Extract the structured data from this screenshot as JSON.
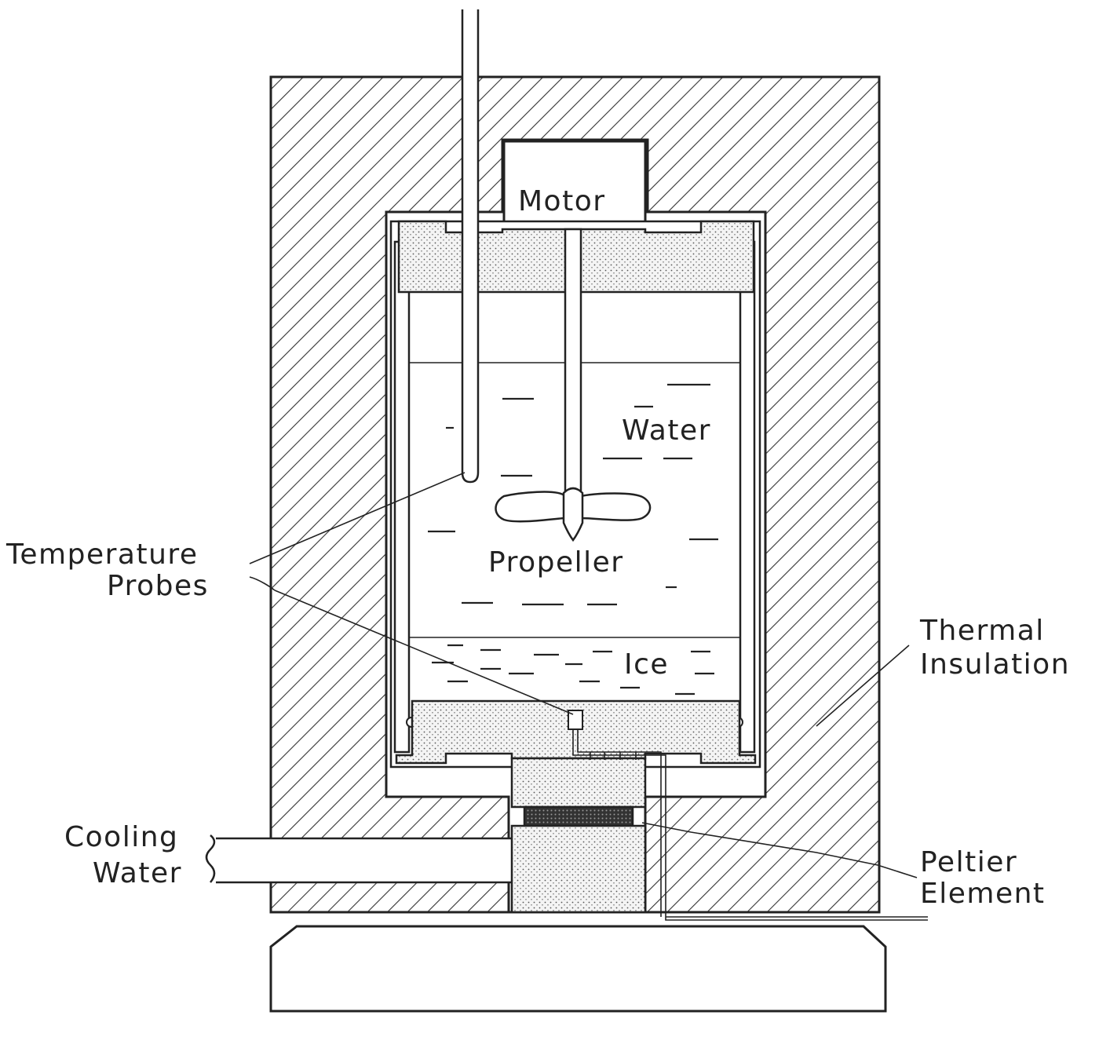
{
  "labels": {
    "motor": "Motor",
    "water": "Water",
    "propeller": "Propeller",
    "ice": "Ice",
    "temperature_probes_line1": "Temperature",
    "temperature_probes_line2": "Probes",
    "thermal_insulation_line1": "Thermal",
    "thermal_insulation_line2": "Insulation",
    "cooling_water_line1": "Cooling",
    "cooling_water_line2": "Water",
    "peltier_element_line1": "Peltier",
    "peltier_element_line2": "Element"
  }
}
